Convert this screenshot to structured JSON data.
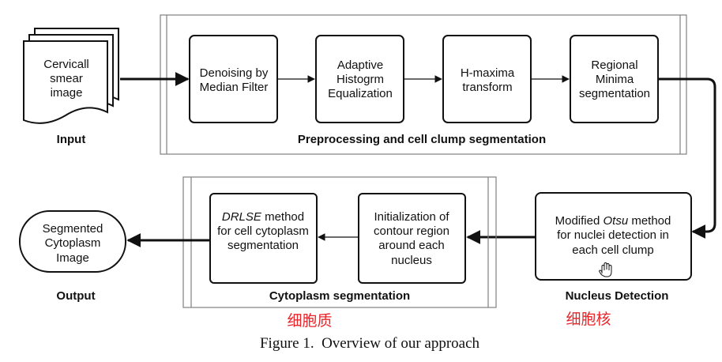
{
  "input": {
    "lines": [
      "Cervicall",
      "smear",
      "image"
    ],
    "label": "Input"
  },
  "preprocessing": {
    "title": "Preprocessing and cell clump segmentation",
    "steps": [
      {
        "lines": [
          "Denoising by",
          "Median Filter"
        ]
      },
      {
        "lines": [
          "Adaptive",
          "Histogrm",
          "Equalization"
        ]
      },
      {
        "lines": [
          "H-maxima",
          "transform"
        ]
      },
      {
        "lines": [
          "Regional",
          "Minima",
          "segmentation"
        ]
      }
    ]
  },
  "nucleus": {
    "label": "Nucleus Detection",
    "line1_pre": "Modified ",
    "line1_italic": "Otsu",
    "line1_post": " method",
    "line2": "for nuclei detection in",
    "line3": "each cell clump",
    "annotation": "细胞核"
  },
  "cytoplasm": {
    "title": "Cytoplasm segmentation",
    "annotation": "细胞质",
    "init_lines": [
      "Initialization of",
      "contour region",
      "around each",
      "nucleus"
    ],
    "drlse_italic": "DRLSE",
    "drlse_rest": " method",
    "drlse_line2": "for cell cytoplasm",
    "drlse_line3": "segmentation"
  },
  "output": {
    "lines": [
      "Segmented",
      "Cytoplasm",
      "Image"
    ],
    "label": "Output"
  },
  "caption": "Figure 1.  Overview of our approach",
  "colors": {
    "ink": "#111111",
    "frame": "#808080",
    "annotation": "#e8252a"
  }
}
